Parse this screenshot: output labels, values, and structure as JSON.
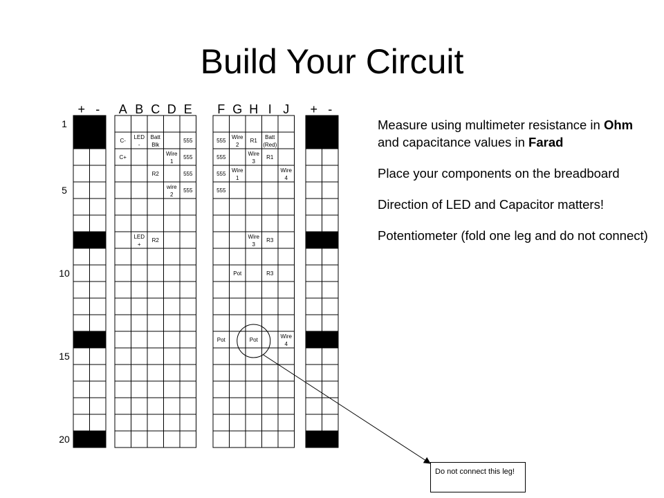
{
  "title": "Build Your Circuit",
  "instructions": {
    "p1_text": "Measure using multimeter resistance in",
    "p1_bold1": "Ohm",
    "p1_mid": "and capacitance values in",
    "p1_bold2": "Farad",
    "p2": "Place your components on the breadboard",
    "p3": "Direction of LED and Capacitor matters!",
    "p4": "Potentiometer (fold one leg and do not connect)"
  },
  "callout": "Do not connect this leg!",
  "breadboard": {
    "rows": 20,
    "left_rail_headers": [
      "+",
      "-"
    ],
    "left_columns": [
      "A",
      "B",
      "C",
      "D",
      "E"
    ],
    "right_columns": [
      "F",
      "G",
      "H",
      "I",
      "J"
    ],
    "right_rail_headers": [
      "+",
      "-"
    ],
    "row_labels": [
      {
        "row": 1,
        "text": "1"
      },
      {
        "row": 5,
        "text": "5"
      },
      {
        "row": 10,
        "text": "10"
      },
      {
        "row": 15,
        "text": "15"
      },
      {
        "row": 20,
        "text": "20"
      }
    ],
    "rail_black_rows": [
      1,
      2,
      8,
      14,
      20
    ],
    "components": [
      {
        "row": 2,
        "col": "A",
        "lines": [
          "C-"
        ]
      },
      {
        "row": 2,
        "col": "B",
        "lines": [
          "LED",
          "-"
        ]
      },
      {
        "row": 2,
        "col": "C",
        "lines": [
          "Batt",
          "Blk"
        ]
      },
      {
        "row": 2,
        "col": "E",
        "lines": [
          "555"
        ]
      },
      {
        "row": 3,
        "col": "A",
        "lines": [
          "C+"
        ]
      },
      {
        "row": 3,
        "col": "D",
        "lines": [
          "Wire",
          "1"
        ]
      },
      {
        "row": 3,
        "col": "E",
        "lines": [
          "555"
        ]
      },
      {
        "row": 4,
        "col": "C",
        "lines": [
          "R2"
        ]
      },
      {
        "row": 4,
        "col": "E",
        "lines": [
          "555"
        ]
      },
      {
        "row": 5,
        "col": "D",
        "lines": [
          "wire",
          "2"
        ]
      },
      {
        "row": 5,
        "col": "E",
        "lines": [
          "555"
        ]
      },
      {
        "row": 8,
        "col": "B",
        "lines": [
          "LED",
          "+"
        ]
      },
      {
        "row": 8,
        "col": "C",
        "lines": [
          "R2"
        ]
      },
      {
        "row": 2,
        "col": "F",
        "lines": [
          "555"
        ]
      },
      {
        "row": 2,
        "col": "G",
        "lines": [
          "Wire",
          "2"
        ]
      },
      {
        "row": 2,
        "col": "H",
        "lines": [
          "R1"
        ]
      },
      {
        "row": 2,
        "col": "I",
        "lines": [
          "Batt",
          "(Red)"
        ]
      },
      {
        "row": 3,
        "col": "F",
        "lines": [
          "555"
        ]
      },
      {
        "row": 3,
        "col": "H",
        "lines": [
          "Wire",
          "3"
        ]
      },
      {
        "row": 3,
        "col": "I",
        "lines": [
          "R1"
        ]
      },
      {
        "row": 4,
        "col": "F",
        "lines": [
          "555"
        ]
      },
      {
        "row": 4,
        "col": "G",
        "lines": [
          "Wire",
          "1"
        ]
      },
      {
        "row": 4,
        "col": "J",
        "lines": [
          "Wire",
          "4"
        ]
      },
      {
        "row": 5,
        "col": "F",
        "lines": [
          "555"
        ]
      },
      {
        "row": 8,
        "col": "H",
        "lines": [
          "Wire",
          "3"
        ]
      },
      {
        "row": 8,
        "col": "I",
        "lines": [
          "R3"
        ]
      },
      {
        "row": 10,
        "col": "G",
        "lines": [
          "Pot"
        ]
      },
      {
        "row": 10,
        "col": "I",
        "lines": [
          "R3"
        ]
      },
      {
        "row": 14,
        "col": "F",
        "lines": [
          "Pot"
        ]
      },
      {
        "row": 14,
        "col": "H",
        "lines": [
          "Pot"
        ]
      },
      {
        "row": 14,
        "col": "J",
        "lines": [
          "Wire",
          "4"
        ]
      }
    ],
    "circled": {
      "row": 14,
      "col": "H"
    }
  }
}
